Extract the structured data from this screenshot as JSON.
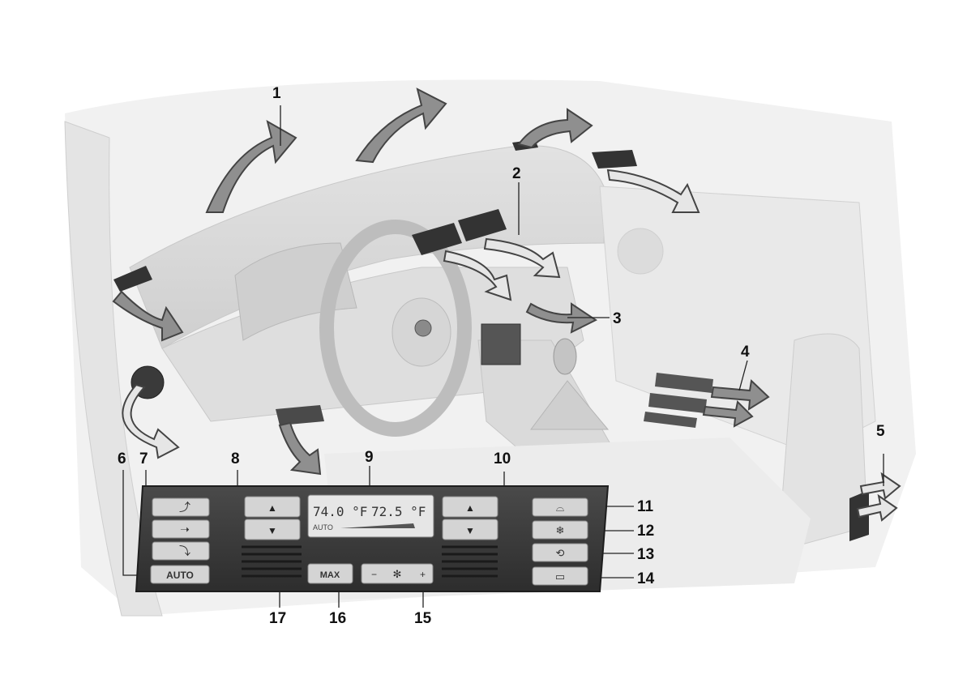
{
  "colors": {
    "panel": "#3a3a3a",
    "button": "#d4d4d4",
    "lcd": "#e6e6e6",
    "arrow_fill": "#8f8f8f",
    "arrow_light": "#e6e6e6",
    "interior": "#efefef"
  },
  "callouts": [
    "1",
    "2",
    "3",
    "4",
    "5",
    "6",
    "7",
    "8",
    "9",
    "10",
    "11",
    "12",
    "13",
    "14",
    "15",
    "16",
    "17"
  ],
  "display": {
    "temp_left": "74.0 °F",
    "temp_right": "72.5 °F",
    "mode": "AUTO"
  },
  "buttons": {
    "auto_label": "AUTO",
    "max_label": "MAX",
    "fan_minus": "−",
    "fan_plus": "+",
    "up_arrow": "▲",
    "down_arrow": "▼"
  },
  "icons": {
    "temp_up_left": "triangle-up-icon",
    "temp_down_left": "triangle-down-icon",
    "temp_up_right": "triangle-up-icon",
    "temp_down_right": "triangle-down-icon",
    "fan": "fan-icon",
    "windshield": "windshield-defrost-icon",
    "ac": "snowflake-icon",
    "recirc": "recirculation-icon",
    "rear_defrost": "rear-window-defrost-icon",
    "air_upper": "air-distribution-upper-icon",
    "air_middle": "air-distribution-middle-icon",
    "air_lower": "air-distribution-lower-icon"
  }
}
